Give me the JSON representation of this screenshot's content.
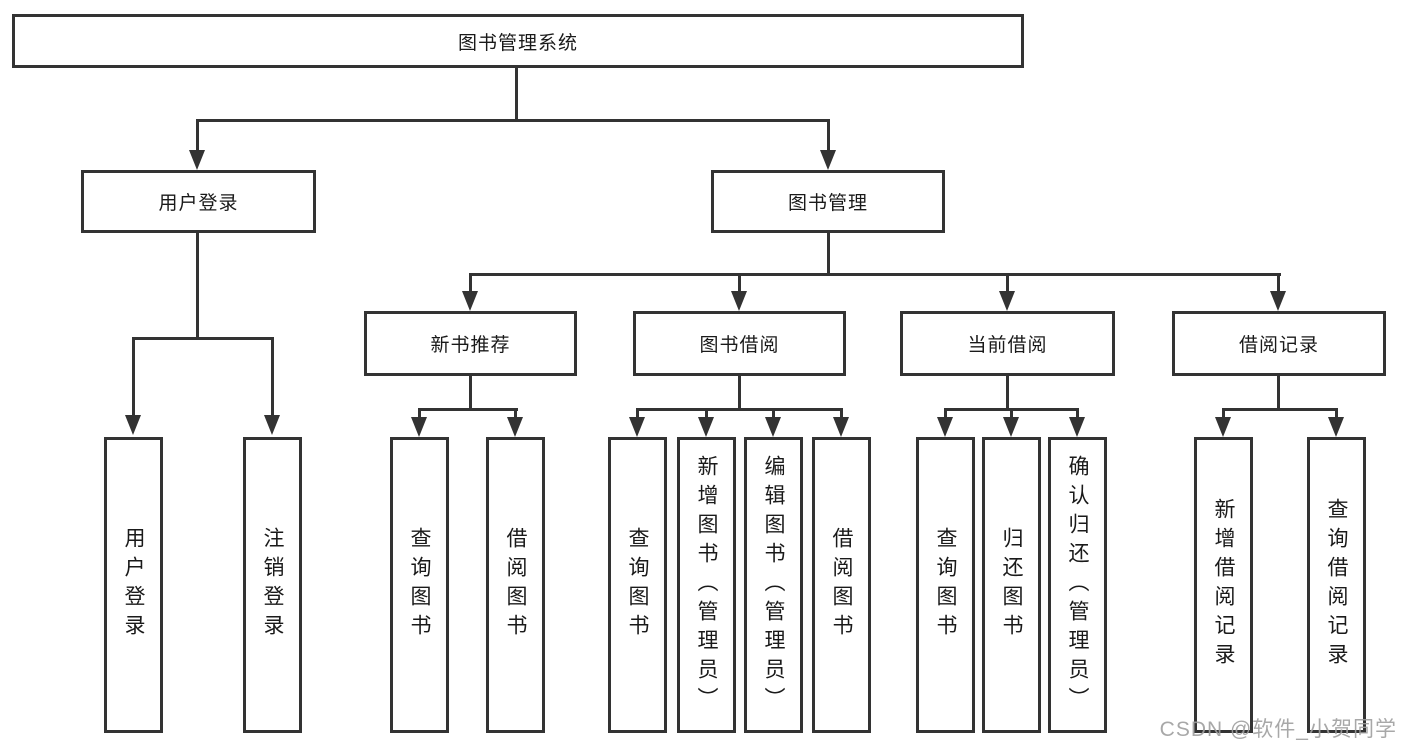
{
  "tree": {
    "root": "图书管理系统",
    "branches": [
      {
        "label": "用户登录",
        "children": [
          "用户登录",
          "注销登录"
        ]
      },
      {
        "label": "图书管理",
        "sections": [
          {
            "label": "新书推荐",
            "children": [
              "查询图书",
              "借阅图书"
            ]
          },
          {
            "label": "图书借阅",
            "children": [
              "查询图书",
              "新增图书（管理员）",
              "编辑图书（管理员）",
              "借阅图书"
            ]
          },
          {
            "label": "当前借阅",
            "children": [
              "查询图书",
              "归还图书",
              "确认归还（管理员）"
            ]
          },
          {
            "label": "借阅记录",
            "children": [
              "新增借阅记录",
              "查询借阅记录"
            ]
          }
        ]
      }
    ]
  },
  "watermark": "CSDN @软件_小贺同学",
  "colors": {
    "line": "#333333",
    "background": "#ffffff",
    "box_fill": "#ffffff",
    "watermark": "#9f9f9f"
  }
}
